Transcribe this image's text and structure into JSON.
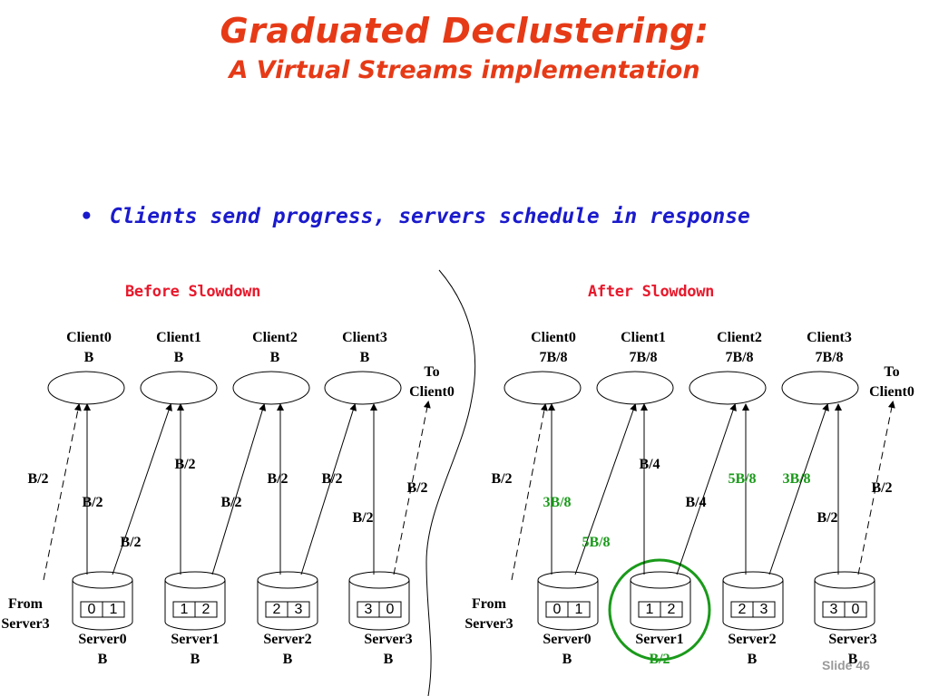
{
  "title": "Graduated Declustering:",
  "subtitle": "A Virtual Streams implementation",
  "bullet": "Clients send progress, servers schedule in response",
  "left_panel": {
    "heading": "Before Slowdown",
    "clients": [
      {
        "name": "Client0",
        "rate": "B"
      },
      {
        "name": "Client1",
        "rate": "B"
      },
      {
        "name": "Client2",
        "rate": "B"
      },
      {
        "name": "Client3",
        "rate": "B"
      }
    ],
    "to_label": [
      "To",
      "Client0"
    ],
    "from_label": [
      "From",
      "Server3"
    ],
    "servers": [
      {
        "name": "Server0",
        "rate": "B",
        "blocks": [
          "0",
          "1"
        ]
      },
      {
        "name": "Server1",
        "rate": "B",
        "blocks": [
          "1",
          "2"
        ]
      },
      {
        "name": "Server2",
        "rate": "B",
        "blocks": [
          "2",
          "3"
        ]
      },
      {
        "name": "Server3",
        "rate": "B",
        "blocks": [
          "3",
          "0"
        ]
      }
    ],
    "edge_labels": {
      "from_in": "B/2",
      "s0_up": "B/2",
      "s0_diag": "B/2",
      "s1_diag_upper": "B/2",
      "s1_up": "B/2",
      "s2_up": "B/2",
      "s2_diag": "B/2",
      "s3_up": "B/2",
      "to_out": "B/2"
    }
  },
  "right_panel": {
    "heading": "After Slowdown",
    "clients": [
      {
        "name": "Client0",
        "rate": "7B/8"
      },
      {
        "name": "Client1",
        "rate": "7B/8"
      },
      {
        "name": "Client2",
        "rate": "7B/8"
      },
      {
        "name": "Client3",
        "rate": "7B/8"
      }
    ],
    "to_label": [
      "To",
      "Client0"
    ],
    "from_label": [
      "From",
      "Server3"
    ],
    "servers": [
      {
        "name": "Server0",
        "rate": "B",
        "blocks": [
          "0",
          "1"
        ]
      },
      {
        "name": "Server1",
        "rate": "B/2",
        "blocks": [
          "1",
          "2"
        ]
      },
      {
        "name": "Server2",
        "rate": "B",
        "blocks": [
          "2",
          "3"
        ]
      },
      {
        "name": "Server3",
        "rate": "B",
        "blocks": [
          "3",
          "0"
        ]
      }
    ],
    "edge_labels": {
      "from_in": "B/2",
      "s0_up": "3B/8",
      "s0_diag": "5B/8",
      "s1_up": "B/4",
      "s1_diag": "B/4",
      "s2_up": "5B/8",
      "s2_diag": "3B/8",
      "s3_up": "B/2",
      "to_out": "B/2"
    },
    "highlight_color": "#1a9a1a"
  },
  "slide_number": "Slide 46"
}
